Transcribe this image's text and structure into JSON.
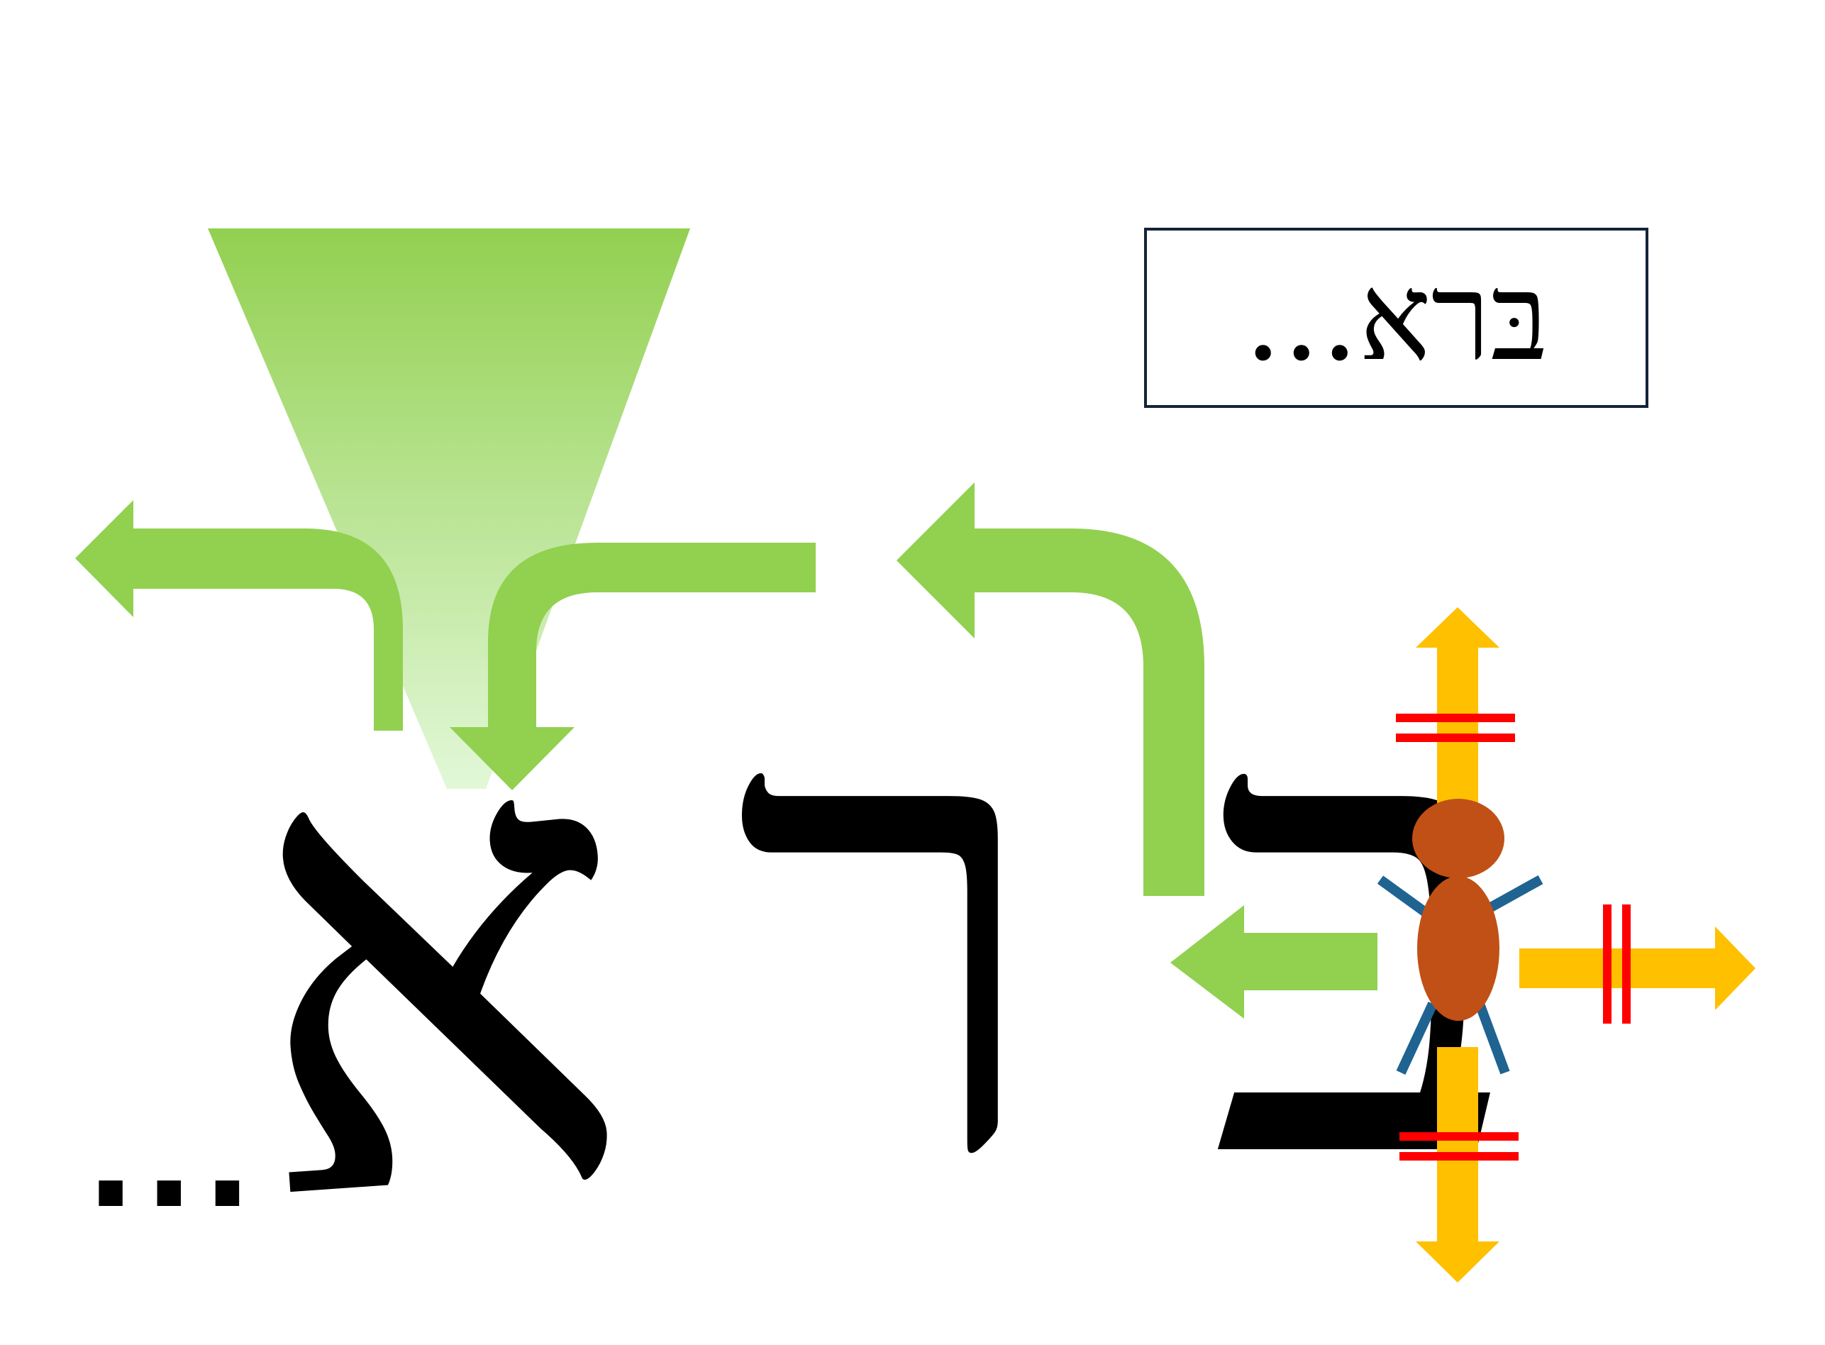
{
  "title": {
    "word": "בּרא",
    "ellipsis": "..."
  },
  "letters": {
    "bet": "ב",
    "resh": "ר",
    "alef": "א",
    "ellipsis": "..."
  },
  "colors": {
    "green_arrow": "#92d050",
    "funnel_top": "#92d050",
    "funnel_bottom": "#e2f8d8",
    "yellow_arrow": "#ffc000",
    "red_bar": "#ff0000",
    "figure_body": "#c05016",
    "figure_limb": "#1f6391",
    "box_border": "#13233a"
  }
}
